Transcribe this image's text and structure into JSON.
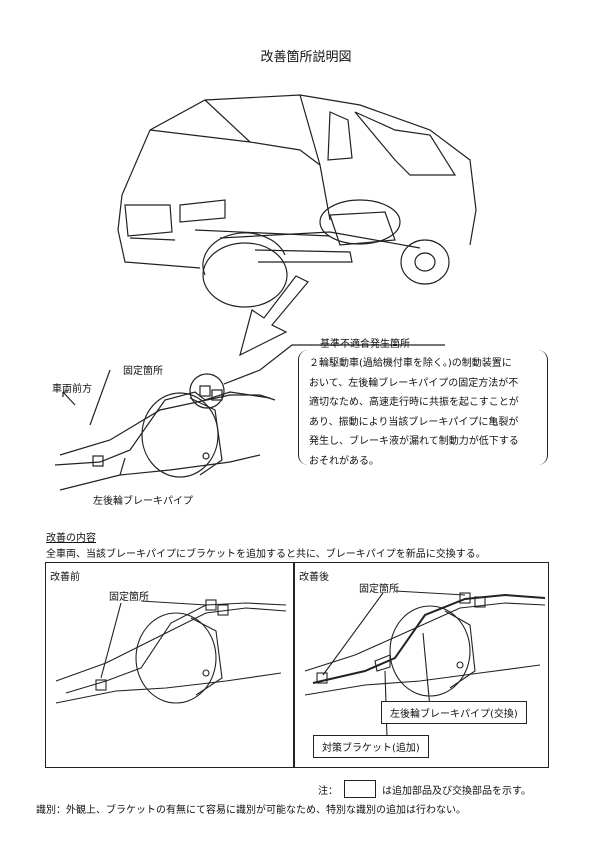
{
  "title": "改善箇所説明図",
  "top_figure": {
    "callout": "基準不適合発生箇所",
    "fixing_label": "固定箇所",
    "front_label": "車両前方",
    "pipe_label": "左後輪ブレーキパイプ"
  },
  "description": {
    "lines": [
      "２輪駆動車(過給機付車を除く。)の制動装置に",
      "おいて、左後輪ブレーキパイプの固定方法が不",
      "適切なため、高速走行時に共振を起こすことが",
      "あり、振動により当該ブレーキパイプに亀裂が",
      "発生し、ブレーキ液が漏れて制動力が低下する",
      "おそれがある。"
    ]
  },
  "improvement": {
    "heading": "改善の内容",
    "body": "全車両、当該ブレーキパイプにブラケットを追加すると共に、ブレーキパイプを新品に交換する。",
    "before": {
      "title": "改善前",
      "fixing_label": "固定箇所"
    },
    "after": {
      "title": "改善後",
      "fixing_label": "固定箇所",
      "pipe_box": "左後輪ブレーキパイプ(交換)",
      "bracket_box": "対策ブラケット(追加)"
    }
  },
  "note": {
    "prefix": "注：",
    "text": "は追加部品及び交換部品を示す。"
  },
  "identification": "識別：外観上、ブラケットの有無にて容易に識別が可能なため、特別な識別の追加は行わない。"
}
